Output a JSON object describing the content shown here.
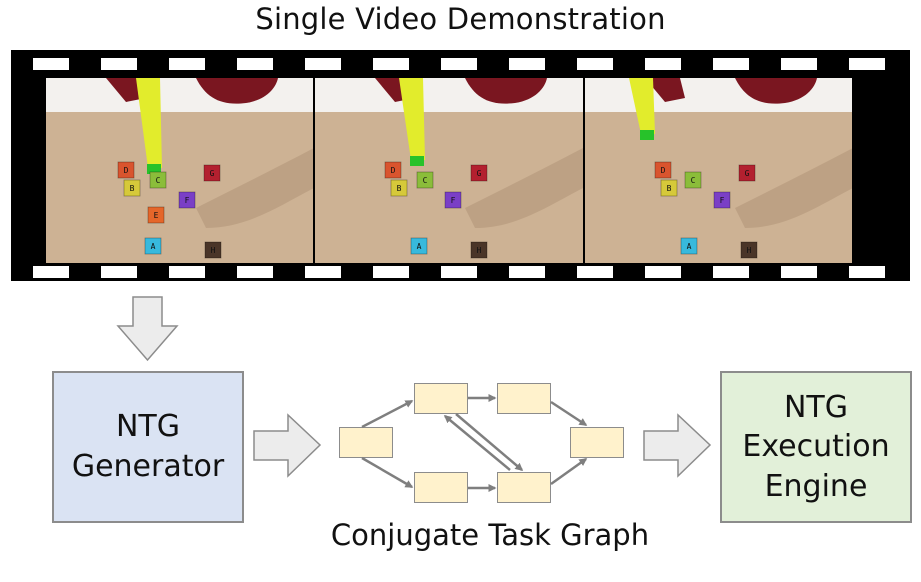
{
  "figure": {
    "title": "Single Video Demonstration",
    "generator_lines": [
      "NTG",
      "Generator"
    ],
    "engine_lines": [
      "NTG",
      "Execution",
      "Engine"
    ],
    "graph_caption": "Conjugate Task Graph"
  },
  "frames": [
    {
      "name": "frame-1",
      "blocks": [
        "D",
        "B",
        "C",
        "G",
        "F",
        "E",
        "A",
        "H"
      ]
    },
    {
      "name": "frame-2",
      "blocks": [
        "D",
        "B",
        "C",
        "G",
        "F",
        "A",
        "H"
      ]
    },
    {
      "name": "frame-3",
      "blocks": [
        "D",
        "B",
        "C",
        "G",
        "F",
        "A",
        "H"
      ]
    }
  ],
  "colors": {
    "generator_fill": "#dae3f3",
    "engine_fill": "#e2f0d9",
    "node_fill": "#fff2cc",
    "arrow_gray": "#7f7f7f",
    "big_arrow_fill": "#ececec",
    "table": "#cdb294",
    "wall": "#f3f1ee",
    "robot_arm": "#7a1620",
    "gripper": "#e2ec2c"
  },
  "icons": {
    "down_arrow": "block-arrow-down-icon",
    "right_arrow": "block-arrow-right-icon"
  }
}
